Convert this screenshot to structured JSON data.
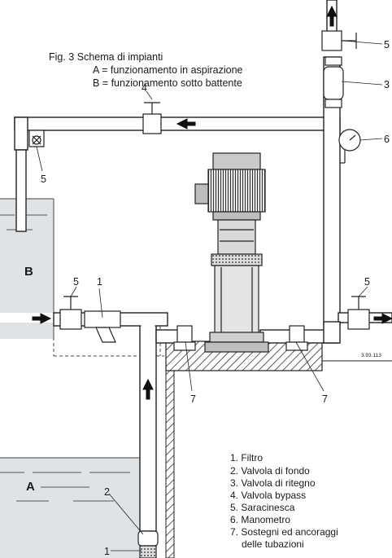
{
  "figure": {
    "title": "Fig. 3  Schema di impianti",
    "line_a": "A = funzionamento in aspirazione",
    "line_b": "B = funzionamento sotto battente",
    "code": "3.93.113"
  },
  "tanks": {
    "a_label": "A",
    "b_label": "B"
  },
  "callouts": {
    "filter_left": "1",
    "filter_bottom": "1",
    "foot_valve": "2",
    "check_valve": "3",
    "bypass_valve": "4",
    "gate_valve_top_left": "5",
    "gate_valve_left": "5",
    "gate_valve_right": "5",
    "gate_valve_top_right": "5",
    "gauge": "6",
    "support_left": "7",
    "support_right": "7"
  },
  "legend": [
    "1. Filtro",
    "2. Valvola di fondo",
    "3. Valvola di ritegno",
    "4. Valvola bypass",
    "5. Saracinesca",
    "6. Manometro",
    "7. Sostegni ed ancoraggi",
    "delle tubazioni"
  ]
}
